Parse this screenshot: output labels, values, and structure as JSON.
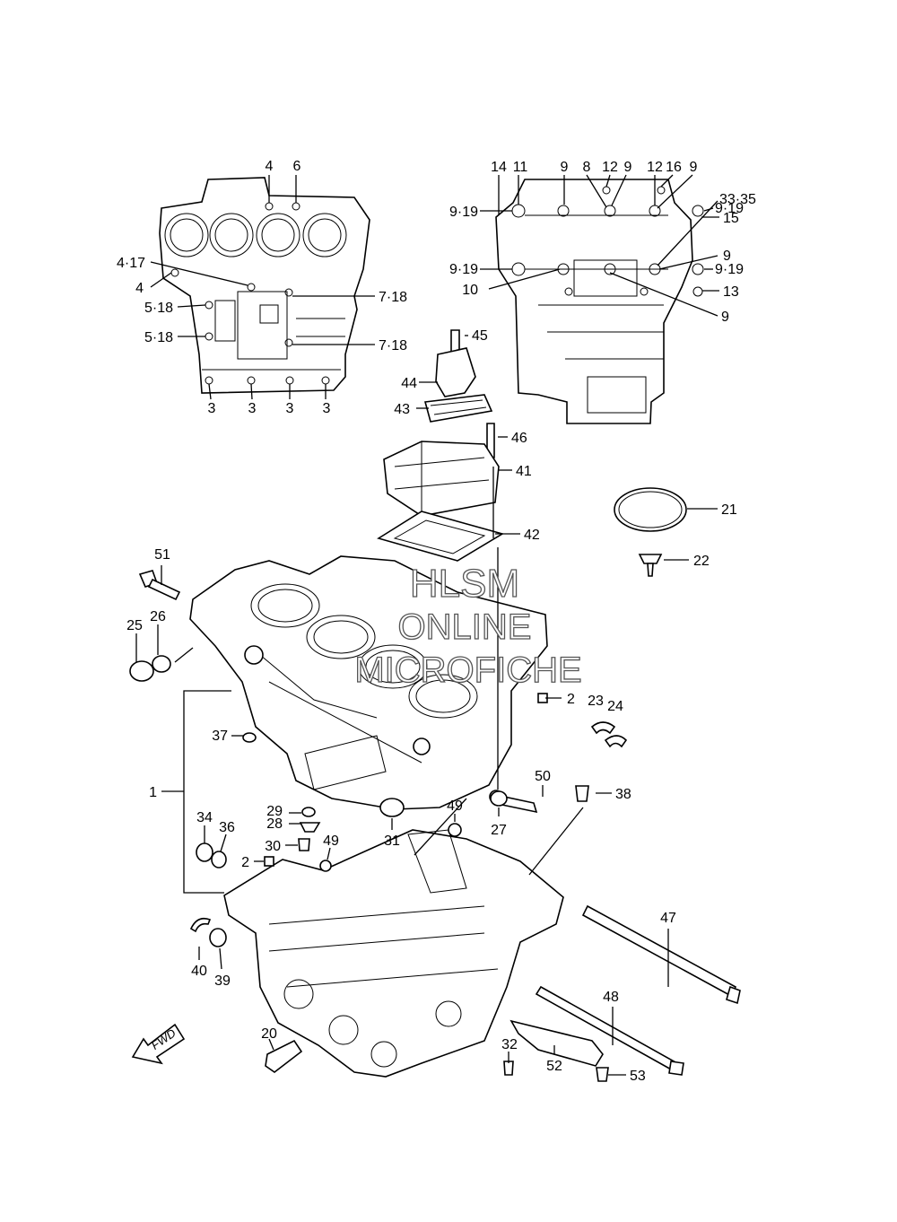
{
  "callouts": {
    "c4a": "4",
    "c6": "6",
    "c4_17": "4·17",
    "c4b": "4",
    "c5_18a": "5·18",
    "c5_18b": "5·18",
    "c7_18a": "7·18",
    "c7_18b": "7·18",
    "c3a": "3",
    "c3b": "3",
    "c3c": "3",
    "c3d": "3",
    "c14": "14",
    "c11": "11",
    "c9a": "9",
    "c8": "8",
    "c12a": "12",
    "c9b": "9",
    "c12b": "12",
    "c16": "16",
    "c9c": "9",
    "c33_35": "33·35",
    "c15": "15",
    "c9_19a": "9·19",
    "c9_19b": "9·19",
    "c9_19c": "9·19",
    "c9_19d": "9·19",
    "c9d": "9",
    "c10": "10",
    "c13": "13",
    "c9e": "9",
    "c45": "45",
    "c44": "44",
    "c43": "43",
    "c46": "46",
    "c41": "41",
    "c42": "42",
    "c21": "21",
    "c22": "22",
    "c51": "51",
    "c25": "25",
    "c26": "26",
    "c2a": "2",
    "c23": "23",
    "c24": "24",
    "c37": "37",
    "c1": "1",
    "c50": "50",
    "c38": "38",
    "c29": "29",
    "c28": "28",
    "c34": "34",
    "c36": "36",
    "c30": "30",
    "c49a": "49",
    "c49b": "49",
    "c31": "31",
    "c27": "27",
    "c2b": "2",
    "c47": "47",
    "c40": "40",
    "c39": "39",
    "c48": "48",
    "c20": "20",
    "c32": "32",
    "c52": "52",
    "c53": "53"
  },
  "fwd_label": "FWD",
  "watermark": {
    "line1": "HLSM",
    "line2": "ONLINE",
    "line3": "MICROFICHE"
  }
}
